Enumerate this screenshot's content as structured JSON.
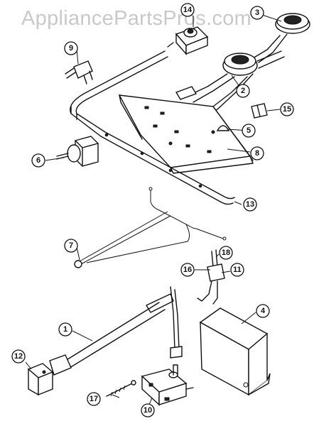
{
  "watermark": "AppliancePartsPros.com",
  "callouts": [
    {
      "label": "1"
    },
    {
      "label": "2"
    },
    {
      "label": "3"
    },
    {
      "label": "4"
    },
    {
      "label": "5"
    },
    {
      "label": "6"
    },
    {
      "label": "7"
    },
    {
      "label": "8"
    },
    {
      "label": "9"
    },
    {
      "label": "10"
    },
    {
      "label": "11"
    },
    {
      "label": "12"
    },
    {
      "label": "13"
    },
    {
      "label": "14"
    },
    {
      "label": "15"
    },
    {
      "label": "16"
    },
    {
      "label": "17"
    },
    {
      "label": "18"
    }
  ]
}
